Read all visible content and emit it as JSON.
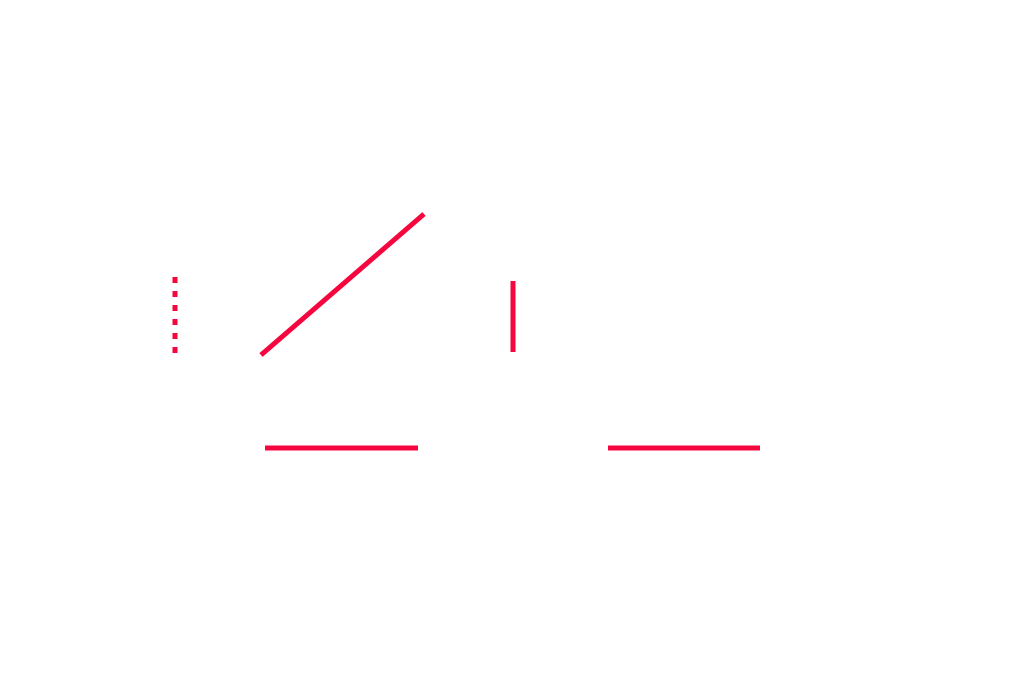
{
  "colors": {
    "background": "#ffffff",
    "stroke": "#f5063f"
  },
  "shapes": [
    {
      "kind": "dotted-vertical-line"
    },
    {
      "kind": "diagonal-line"
    },
    {
      "kind": "short-vertical-line"
    },
    {
      "kind": "horizontal-line-left"
    },
    {
      "kind": "horizontal-line-right"
    }
  ]
}
